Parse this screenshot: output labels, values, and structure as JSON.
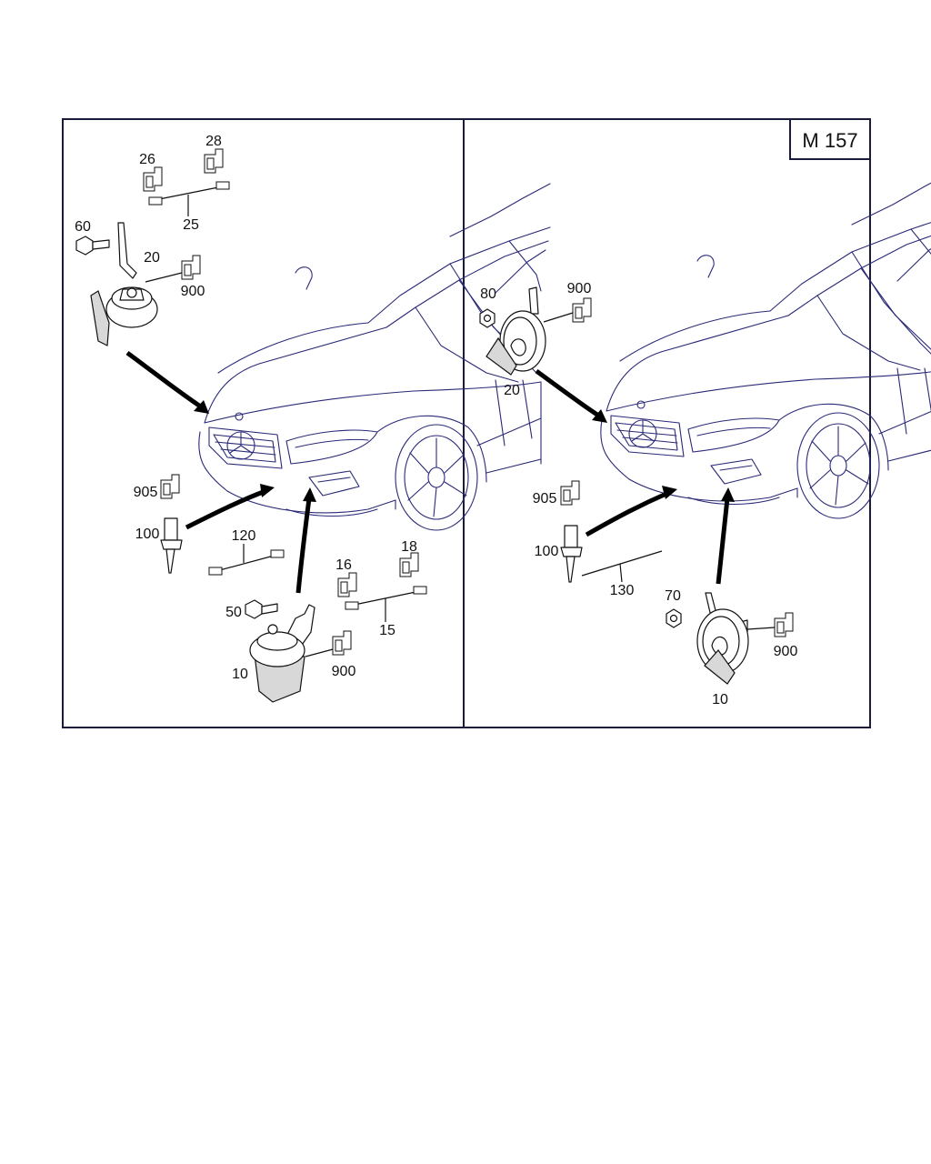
{
  "diagram_id": "M 157",
  "left_panel": {
    "labels": {
      "p10": "10",
      "p15": "15",
      "p16": "16",
      "p18": "18",
      "p20": "20",
      "p25": "25",
      "p26": "26",
      "p28": "28",
      "p50": "50",
      "p60": "60",
      "p100": "100",
      "p120": "120",
      "p900_upper": "900",
      "p900_lower": "900",
      "p905": "905"
    }
  },
  "right_panel": {
    "labels": {
      "p10": "10",
      "p20": "20",
      "p70": "70",
      "p80": "80",
      "p100": "100",
      "p130": "130",
      "p900_upper": "900",
      "p900_lower": "900",
      "p905": "905"
    }
  },
  "colors": {
    "frame": "#1a1a3a",
    "car_outline": "#2a2a78",
    "ink": "#111111"
  }
}
